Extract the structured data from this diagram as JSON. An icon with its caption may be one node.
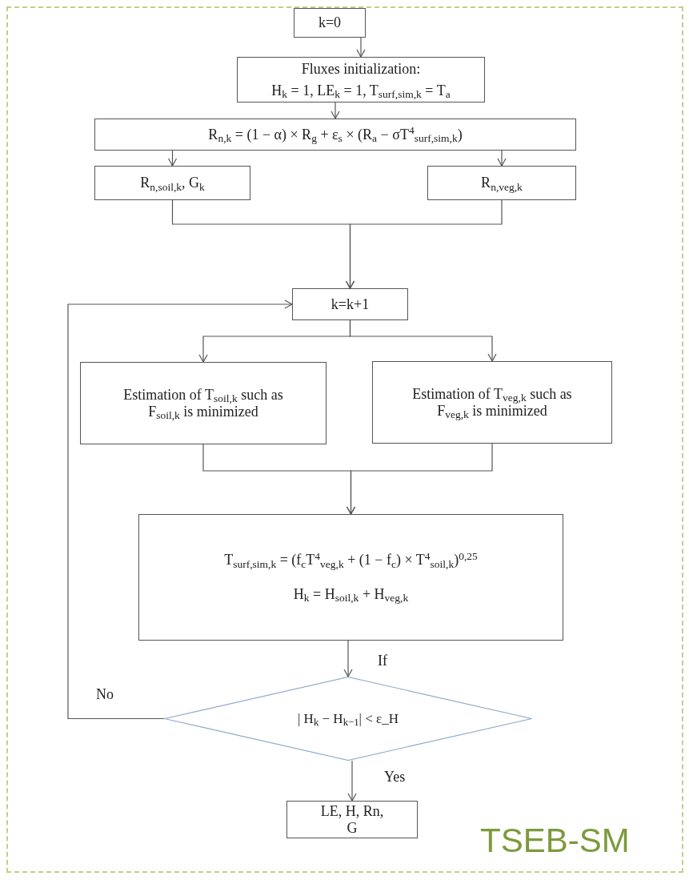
{
  "diagram": {
    "nodes": [
      {
        "text": [
          "k=0"
        ]
      },
      {
        "text": [
          "Fluxes initialization:",
          "H$_{k}$ = 1, LE$_{k}$ = 1, T$_{surf,sim,k}$ = T$_{a}$"
        ]
      },
      {
        "text": [
          "R$_{n,k}$ = (1 − α) × R$_{g}$ + ε$_{s}$ × (R$_{a}$ − σT$^{4}$$_{surf,sim,k}$)"
        ]
      },
      {
        "text": [
          "R$_{n,soil,k}$, G$_{k}$"
        ]
      },
      {
        "text": [
          "R$_{n,veg,k}$"
        ]
      },
      {
        "text": [
          "k=k+1"
        ]
      },
      {
        "text": [
          "Estimation of T$_{soil,k}$ such as F$_{soil,k}$ is minimized"
        ]
      },
      {
        "text": [
          "Estimation of T$_{veg,k}$ such as F$_{veg,k}$ is minimized"
        ]
      },
      {
        "text": [
          "T$_{surf,sim,k}$ = (f$_{c}$T$^{4}$$_{veg,k}$ + (1 − f$_{c}$) × T$^{4}$$_{soil,k}$)$^{0,25}$",
          "H$_{k}$ = H$_{soil,k}$ + H$_{veg,k}$"
        ]
      },
      {
        "text": [
          "| H$_{k}$ − H$_{k−1}$| < ε_H"
        ]
      },
      {
        "text": [
          "LE, H, Rn, G"
        ]
      }
    ],
    "edges": [
      {
        "from": 0,
        "to": 1,
        "arrow": "to"
      },
      {
        "from": 1,
        "to": 2,
        "arrow": "to"
      },
      {
        "from": 2,
        "to": 3,
        "arrow": "to"
      },
      {
        "from": 2,
        "to": 4,
        "arrow": "to"
      },
      {
        "from": 3,
        "to": 5,
        "arrow": "to"
      },
      {
        "from": 4,
        "to": 5,
        "arrow": "to"
      },
      {
        "from": 5,
        "to": 6,
        "arrow": "to"
      },
      {
        "from": 5,
        "to": 7,
        "arrow": "to"
      },
      {
        "from": 6,
        "to": 8,
        "arrow": "to"
      },
      {
        "from": 7,
        "to": 8,
        "arrow": "to"
      },
      {
        "from": 8,
        "to": 9,
        "arrow": "to",
        "label": "If"
      },
      {
        "from": 9,
        "to": 10,
        "arrow": "to",
        "label": "Yes"
      },
      {
        "from": 9,
        "to": 5,
        "arrow": "to",
        "label": "No"
      }
    ],
    "labels": [
      "TSEB-SM"
    ]
  }
}
